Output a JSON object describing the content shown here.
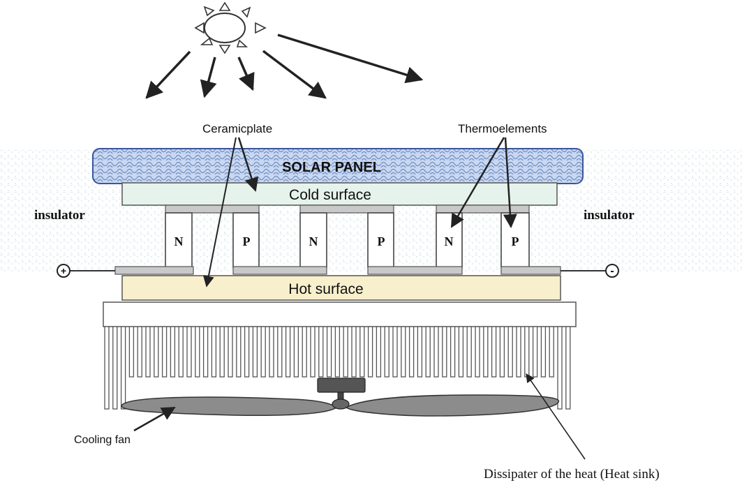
{
  "labels": {
    "solar_panel": "SOLAR PANEL",
    "cold_surface": "Cold surface",
    "hot_surface": "Hot surface",
    "insulator_left": "insulator",
    "insulator_right": "insulator",
    "ceramic_plate": "Ceramicplate",
    "thermoelements": "Thermoelements",
    "cooling_fan": "Cooling fan",
    "heat_sink": "Dissipater of the heat (Heat sink)",
    "terminal_positive": "+",
    "terminal_negative": "-"
  },
  "legs": [
    "N",
    "P",
    "N",
    "P",
    "N",
    "P"
  ],
  "colors": {
    "solar_panel_fill": "#c7d6ef",
    "solar_panel_pattern": "#6f8ec4",
    "cold_surface_fill": "#e6f2ec",
    "hot_surface_fill": "#f8efcc",
    "conductor_fill": "#c9c9c9",
    "insulator_hatch": "#d4e6ec",
    "fan_blade_fill": "#8c8c8c",
    "fan_motor_fill": "#555555",
    "outline": "#333333"
  }
}
